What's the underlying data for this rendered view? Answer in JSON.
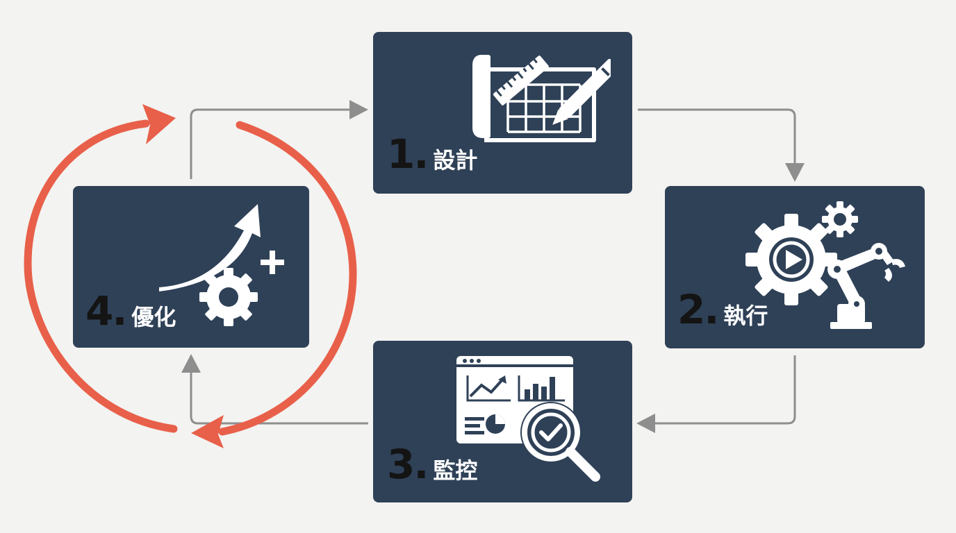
{
  "steps": [
    {
      "number": "1",
      "name": "設計",
      "icon": "blueprint-icon"
    },
    {
      "number": "2",
      "name": "執行",
      "icon": "gear-play-robot-arm-icon"
    },
    {
      "number": "3",
      "name": "監控",
      "icon": "dashboard-magnifier-icon"
    },
    {
      "number": "4",
      "name": "優化",
      "icon": "growth-arrow-gear-plus-icon"
    }
  ],
  "colors": {
    "background": "#f3f3f1",
    "box": "#2f4157",
    "connector": "#8e8e8e",
    "cycle_arrow": "#e8604a",
    "number": "#141414",
    "label": "#ffffff"
  }
}
